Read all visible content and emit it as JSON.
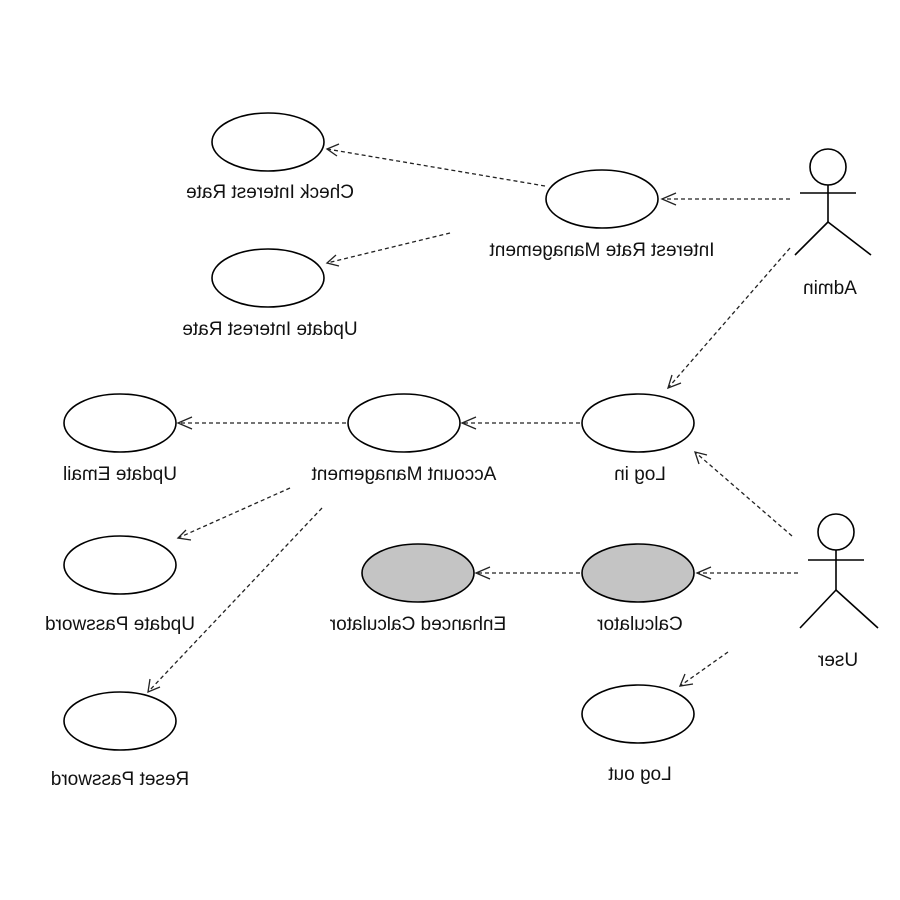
{
  "diagram": {
    "type": "use-case",
    "actors": [
      {
        "id": "admin",
        "label": "Admin"
      },
      {
        "id": "user",
        "label": "User"
      }
    ],
    "use_cases": [
      {
        "id": "check_interest_rate",
        "label": "Check Interest Rate",
        "shaded": false
      },
      {
        "id": "update_interest_rate",
        "label": "Update Interest Rate",
        "shaded": false
      },
      {
        "id": "interest_rate_management",
        "label": "Interest Rate Management",
        "shaded": false
      },
      {
        "id": "update_email",
        "label": "Update Email",
        "shaded": false
      },
      {
        "id": "account_management",
        "label": "Account Management",
        "shaded": false
      },
      {
        "id": "log_in",
        "label": "Log in",
        "shaded": false
      },
      {
        "id": "update_password",
        "label": "Update Password",
        "shaded": false
      },
      {
        "id": "enhanced_calculator",
        "label": "Enhanced Calculator",
        "shaded": true
      },
      {
        "id": "calculator",
        "label": "Calculator",
        "shaded": true
      },
      {
        "id": "reset_password",
        "label": "Reset Password",
        "shaded": false
      },
      {
        "id": "log_out",
        "label": "Log out",
        "shaded": false
      }
    ],
    "relations": [
      {
        "from": "admin",
        "to": "interest_rate_management",
        "style": "dashed-arrow"
      },
      {
        "from": "interest_rate_management",
        "to": "check_interest_rate",
        "style": "dashed-arrow"
      },
      {
        "from": "interest_rate_management",
        "to": "update_interest_rate",
        "style": "dashed-arrow"
      },
      {
        "from": "admin",
        "to": "log_in",
        "style": "dashed-arrow"
      },
      {
        "from": "user",
        "to": "log_in",
        "style": "dashed-arrow"
      },
      {
        "from": "log_in",
        "to": "account_management",
        "style": "dashed-arrow"
      },
      {
        "from": "account_management",
        "to": "update_email",
        "style": "dashed-arrow"
      },
      {
        "from": "account_management",
        "to": "update_password",
        "style": "dashed-arrow"
      },
      {
        "from": "account_management",
        "to": "reset_password",
        "style": "dashed-arrow"
      },
      {
        "from": "user",
        "to": "calculator",
        "style": "dashed-arrow"
      },
      {
        "from": "calculator",
        "to": "enhanced_calculator",
        "style": "dashed-arrow"
      },
      {
        "from": "user",
        "to": "log_out",
        "style": "dashed-arrow"
      }
    ],
    "mirrored": true
  }
}
